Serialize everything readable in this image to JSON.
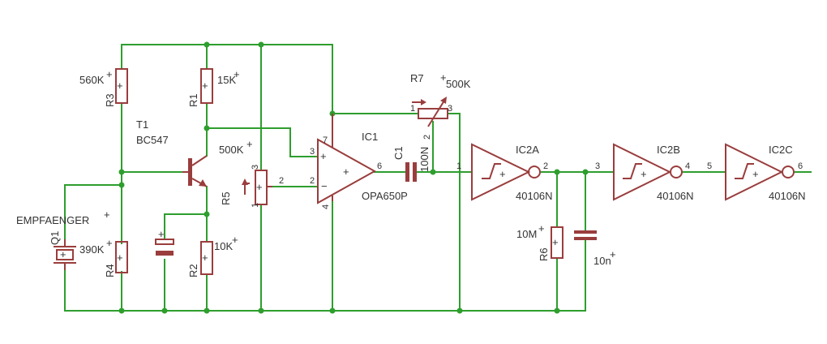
{
  "colors": {
    "wire": "#2e9e2e",
    "part": "#9a3d3d",
    "text": "#333333",
    "background": "#ffffff"
  },
  "components": {
    "R3": {
      "name": "R3",
      "value": "560K"
    },
    "R1": {
      "name": "R1",
      "value": "15K"
    },
    "R4": {
      "name": "R4",
      "value": "390K"
    },
    "R2": {
      "name": "R2",
      "value": "10K"
    },
    "R5": {
      "name": "R5",
      "value": "500K"
    },
    "R6": {
      "name": "R6",
      "value": "10M"
    },
    "R7": {
      "name": "R7",
      "value": "500K"
    },
    "C1": {
      "name": "C1",
      "value": "100N"
    },
    "C2": {
      "value": "10n"
    },
    "T1": {
      "name": "T1",
      "value": "BC547"
    },
    "Q1": {
      "name": "Q1",
      "value": "EMPFAENGER"
    },
    "IC1": {
      "name": "IC1",
      "value": "OPA650P",
      "pins": [
        "3",
        "2",
        "7",
        "4",
        "6"
      ]
    },
    "IC2A": {
      "name": "IC2A",
      "value": "40106N",
      "pin_in": "1",
      "pin_out": "2"
    },
    "IC2B": {
      "name": "IC2B",
      "value": "40106N",
      "pin_in": "3",
      "pin_out": "4"
    },
    "IC2C": {
      "name": "IC2C",
      "value": "40106N",
      "pin_in": "5",
      "pin_out": "6"
    }
  },
  "pin_labels": {
    "r5_top": "3",
    "r5_wiper": "2",
    "r5_bottom": "1",
    "r7_left": "1",
    "r7_right": "3",
    "r7_wiper": "2"
  },
  "value_marks": {
    "plus": "+"
  }
}
